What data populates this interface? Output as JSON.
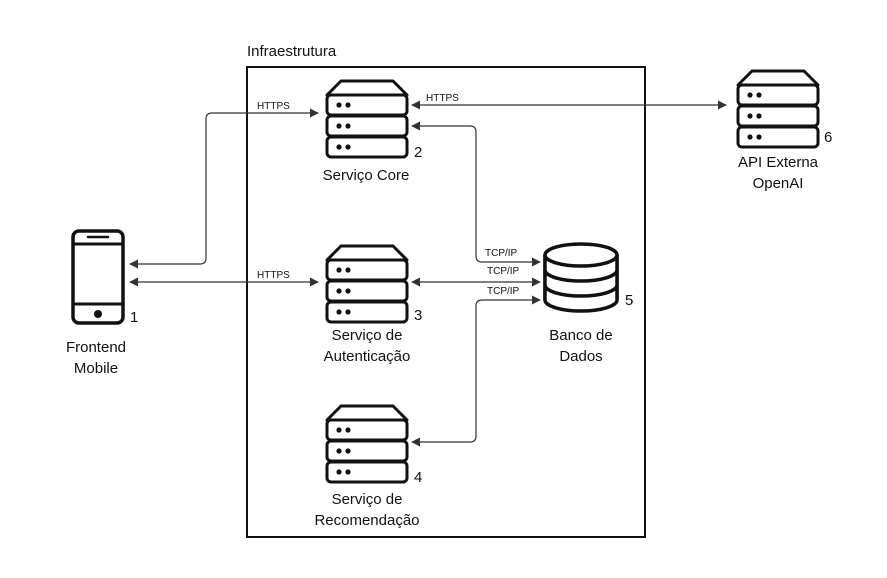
{
  "infrastructure": {
    "title": "Infraestrutura"
  },
  "nodes": {
    "frontend": {
      "number": "1",
      "line1": "Frontend",
      "line2": "Mobile",
      "icon": "mobile-phone-icon"
    },
    "core": {
      "number": "2",
      "line1": "Serviço Core",
      "icon": "server-icon"
    },
    "auth": {
      "number": "3",
      "line1": "Serviço de",
      "line2": "Autenticação",
      "icon": "server-icon"
    },
    "recommendation": {
      "number": "4",
      "line1": "Serviço de",
      "line2": "Recomendação",
      "icon": "server-icon"
    },
    "database": {
      "number": "5",
      "line1": "Banco de",
      "line2": "Dados",
      "icon": "database-icon"
    },
    "openai": {
      "number": "6",
      "line1": "API Externa",
      "line2": "OpenAI",
      "icon": "server-icon"
    }
  },
  "edges": {
    "frontend_core": "HTTPS",
    "frontend_auth": "HTTPS",
    "core_openai": "HTTPS",
    "core_db": "TCP/IP",
    "auth_db": "TCP/IP",
    "rec_db": "TCP/IP"
  }
}
